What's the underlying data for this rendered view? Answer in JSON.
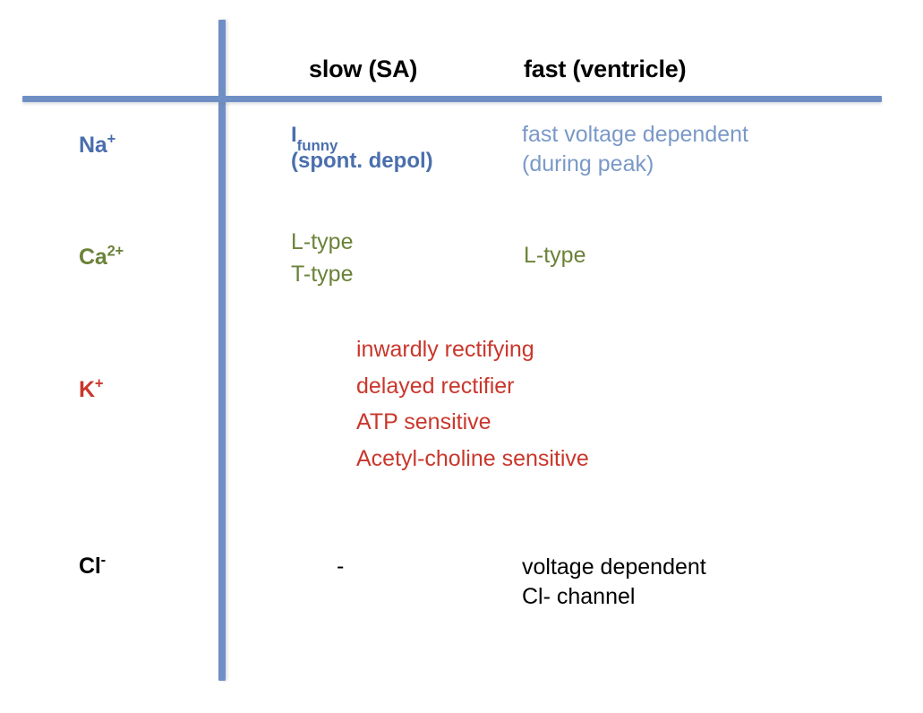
{
  "table": {
    "headers": {
      "row_label_column": "",
      "slow": "slow (SA)",
      "fast": "fast (ventricle)"
    },
    "rows": [
      {
        "ion": "Na",
        "charge": "+",
        "color": "#4a6fad",
        "slow": {
          "lines": [
            "I",
            "(spont. depol)"
          ],
          "subscript": "funny",
          "color": "#4a6fad"
        },
        "fast": {
          "lines": [
            "fast voltage dependent",
            "(during peak)"
          ],
          "color": "#7a99c8"
        }
      },
      {
        "ion": "Ca",
        "charge": "2+",
        "color": "#6b8239",
        "slow": {
          "lines": [
            "L-type",
            "T-type"
          ],
          "color": "#6b8239"
        },
        "fast": {
          "lines": [
            "L-type"
          ],
          "color": "#6b8239"
        }
      },
      {
        "ion": "K",
        "charge": "+",
        "color": "#c9372c",
        "slow": {
          "lines": [
            "inwardly rectifying",
            "delayed rectifier",
            "ATP sensitive",
            "Acetyl-choline sensitive"
          ],
          "color": "#c9372c"
        },
        "fast": {
          "lines": [],
          "color": "#c9372c"
        }
      },
      {
        "ion": "Cl",
        "charge": "-",
        "color": "#000000",
        "slow": {
          "lines": [
            "-"
          ],
          "color": "#000000"
        },
        "fast": {
          "lines": [
            "voltage dependent",
            "Cl- channel"
          ],
          "color": "#000000"
        }
      }
    ]
  },
  "style": {
    "rule_color": "#6f8fc4",
    "background": "#ffffff"
  }
}
